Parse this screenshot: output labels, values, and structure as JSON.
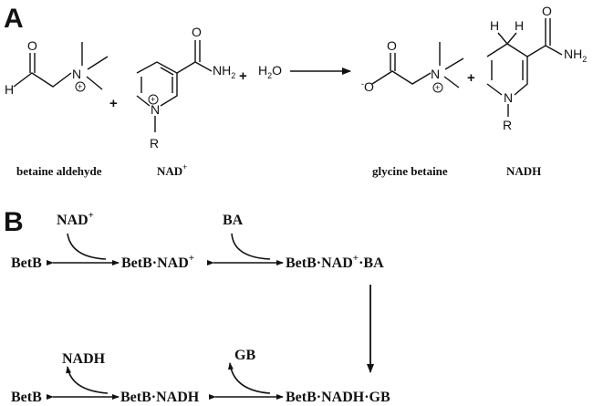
{
  "panels": {
    "a": "A",
    "b": "B"
  },
  "atoms": {
    "O": "O",
    "H": "H",
    "N": "N",
    "NH2_base": "NH",
    "NH2_sub": "2",
    "R": "R",
    "plus_charge": "+",
    "minus_charge": "-",
    "H2O_base": "H",
    "H2O_sub": "2",
    "H2O_end": "O"
  },
  "operators": {
    "plus": "+"
  },
  "captions": {
    "betaine_aldehyde": "betaine aldehyde",
    "nad_base": "NAD",
    "nad_sup": "+",
    "glycine_betaine": "glycine betaine",
    "nadh": "NADH"
  },
  "scheme": {
    "betb": "BetB",
    "betb_nad_base": "BetB·NAD",
    "betb_nad_sup": "+",
    "ternary_base": "BetB·NAD",
    "ternary_sup": "+",
    "ternary_end": "·BA",
    "nad_base": "NAD",
    "nad_sup": "+",
    "ba": "BA",
    "betb_nadh": "BetB·NADH",
    "betb_nadh_gb": "BetB·NADH·GB",
    "nadh": "NADH",
    "gb": "GB"
  }
}
